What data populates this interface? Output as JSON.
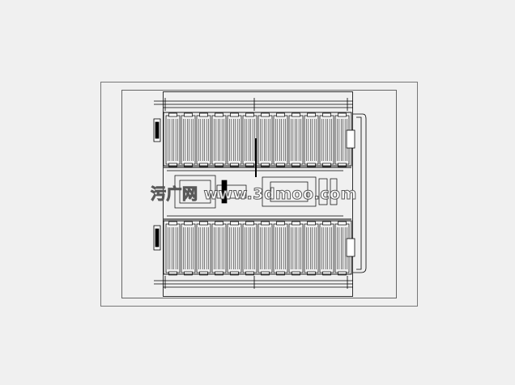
{
  "watermark": {
    "text": "污广网 www.3dmoo.com"
  },
  "colors": {
    "background": "#f0f0f0",
    "ink": "#000000",
    "frame": "#777777"
  },
  "drawing": {
    "top_bay": {
      "cells": 12
    },
    "bottom_bay": {
      "cells": 12
    }
  }
}
